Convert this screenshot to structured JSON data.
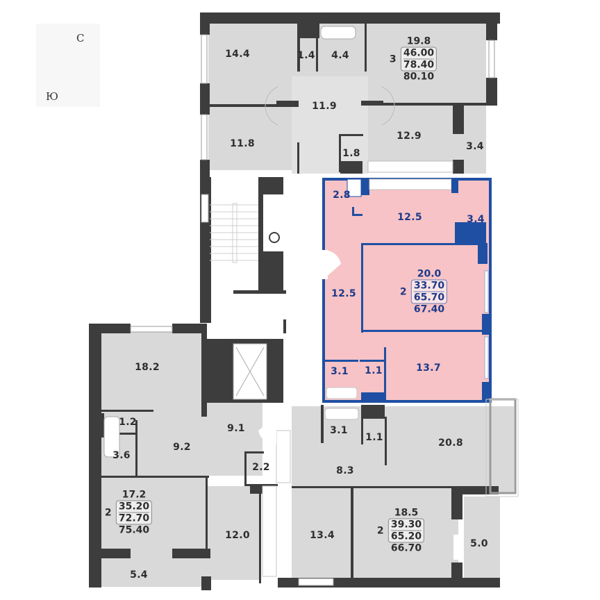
{
  "compass": {
    "north_label": "С",
    "south_label": "Ю",
    "north_color": "#2f4f9a",
    "south_color": "#f2c12e"
  },
  "colors": {
    "wall": "#3d3d3d",
    "room_fill": "#d9d9d9",
    "highlight_fill": "#f7c3c6",
    "highlight_wall": "#1f4fa3",
    "corridor": "#ffffff"
  },
  "apartments": [
    {
      "id": "apt-top",
      "rooms_count": "3",
      "living_area": "46.00",
      "total_area": "78.40",
      "total_with_balcony": "80.10",
      "main_room_area": "19.8",
      "highlighted": false,
      "rooms": [
        "14.4",
        "1.4",
        "4.4",
        "19.8",
        "11.9",
        "11.8",
        "1.8",
        "12.9",
        "3.4"
      ]
    },
    {
      "id": "apt-selected",
      "rooms_count": "2",
      "living_area": "33.70",
      "total_area": "65.70",
      "total_with_balcony": "67.40",
      "main_room_area": "20.0",
      "highlighted": true,
      "rooms": [
        "2.8",
        "12.5",
        "3.4",
        "20.0",
        "12.5",
        "3.1",
        "1.1",
        "13.7"
      ]
    },
    {
      "id": "apt-left",
      "rooms_count": "2",
      "living_area": "35.20",
      "total_area": "72.70",
      "total_with_balcony": "75.40",
      "main_room_area": "17.2",
      "highlighted": false,
      "rooms": [
        "18.2",
        "1.2",
        "9.1",
        "9.2",
        "3.6",
        "2.2",
        "17.2",
        "12.0",
        "5.4"
      ]
    },
    {
      "id": "apt-bottom-right",
      "rooms_count": "2",
      "living_area": "39.30",
      "total_area": "65.20",
      "total_with_balcony": "66.70",
      "main_room_area": "18.5",
      "highlighted": false,
      "rooms": [
        "3.1",
        "1.1",
        "20.8",
        "8.3",
        "13.4",
        "18.5",
        "5.0"
      ]
    }
  ],
  "labels": {
    "r14_4": "14.4",
    "r1_4": "1.4",
    "r4_4": "4.4",
    "r11_9": "11.9",
    "r11_8": "11.8",
    "r1_8": "1.8",
    "r12_9": "12.9",
    "r3_4a": "3.4",
    "h2_8": "2.8",
    "h12_5a": "12.5",
    "h3_4": "3.4",
    "h12_5b": "12.5",
    "h3_1": "3.1",
    "h1_1": "1.1",
    "h13_7": "13.7",
    "l18_2": "18.2",
    "l1_2": "1.2",
    "l9_1": "9.1",
    "l9_2": "9.2",
    "l3_6": "3.6",
    "l2_2": "2.2",
    "l12_0": "12.0",
    "l5_4": "5.4",
    "b3_1": "3.1",
    "b1_1": "1.1",
    "b20_8": "20.8",
    "b8_3": "8.3",
    "b13_4": "13.4",
    "b5_0": "5.0"
  }
}
